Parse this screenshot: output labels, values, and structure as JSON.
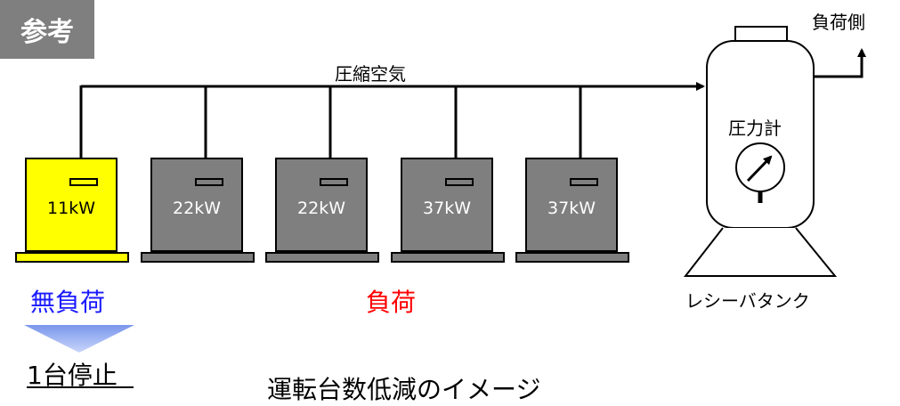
{
  "badge": "参考",
  "load_side": "負荷側",
  "pipe_label": "圧縮空気",
  "gauge_label": "圧力計",
  "compressors": [
    {
      "kw": "11kW",
      "state": "yellow"
    },
    {
      "kw": "22kW",
      "state": "gray"
    },
    {
      "kw": "22kW",
      "state": "gray"
    },
    {
      "kw": "37kW",
      "state": "gray"
    },
    {
      "kw": "37kW",
      "state": "gray"
    }
  ],
  "no_load": "無負荷",
  "load": "負荷",
  "receiver_tank": "レシーバタンク",
  "stop_one": "1台停止",
  "caption": "運転台数低減のイメージ",
  "colors": {
    "idle_unit": "#ffff00",
    "running_unit": "#7f7f7f",
    "no_load_text": "#1a1aff",
    "load_text": "#ff0000",
    "arrow": "#8ea8f0"
  }
}
